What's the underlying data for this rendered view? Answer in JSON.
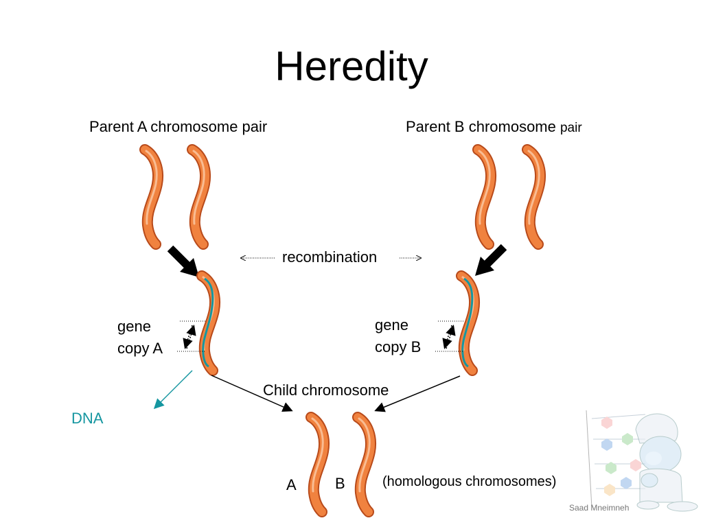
{
  "slide": {
    "title": "Heredity",
    "parent_a_label": "Parent A chromosome pair",
    "parent_b_label_main": "Parent B chromosome ",
    "parent_b_label_small": "pair",
    "recombination_label": "recombination",
    "gene_copy_a": [
      "gene",
      "copy A"
    ],
    "gene_copy_b": [
      "gene",
      "copy B"
    ],
    "child_label": "Child chromosome",
    "dna_label": "DNA",
    "child_letter_a": "A",
    "child_letter_b": "B",
    "homologous_label": "(homologous chromosomes)",
    "credit": "Saad Mneimneh"
  },
  "colors": {
    "chromosome_fill": "#f0823f",
    "chromosome_outline": "#b84a1a",
    "chromosome_highlight": "#f9c29b",
    "dna_strand": "#1596a0",
    "dna_label": "#1596a0"
  },
  "icons": {
    "mascot": "smurf-illustration",
    "dna_ladder": "dna-ladder-icon"
  }
}
